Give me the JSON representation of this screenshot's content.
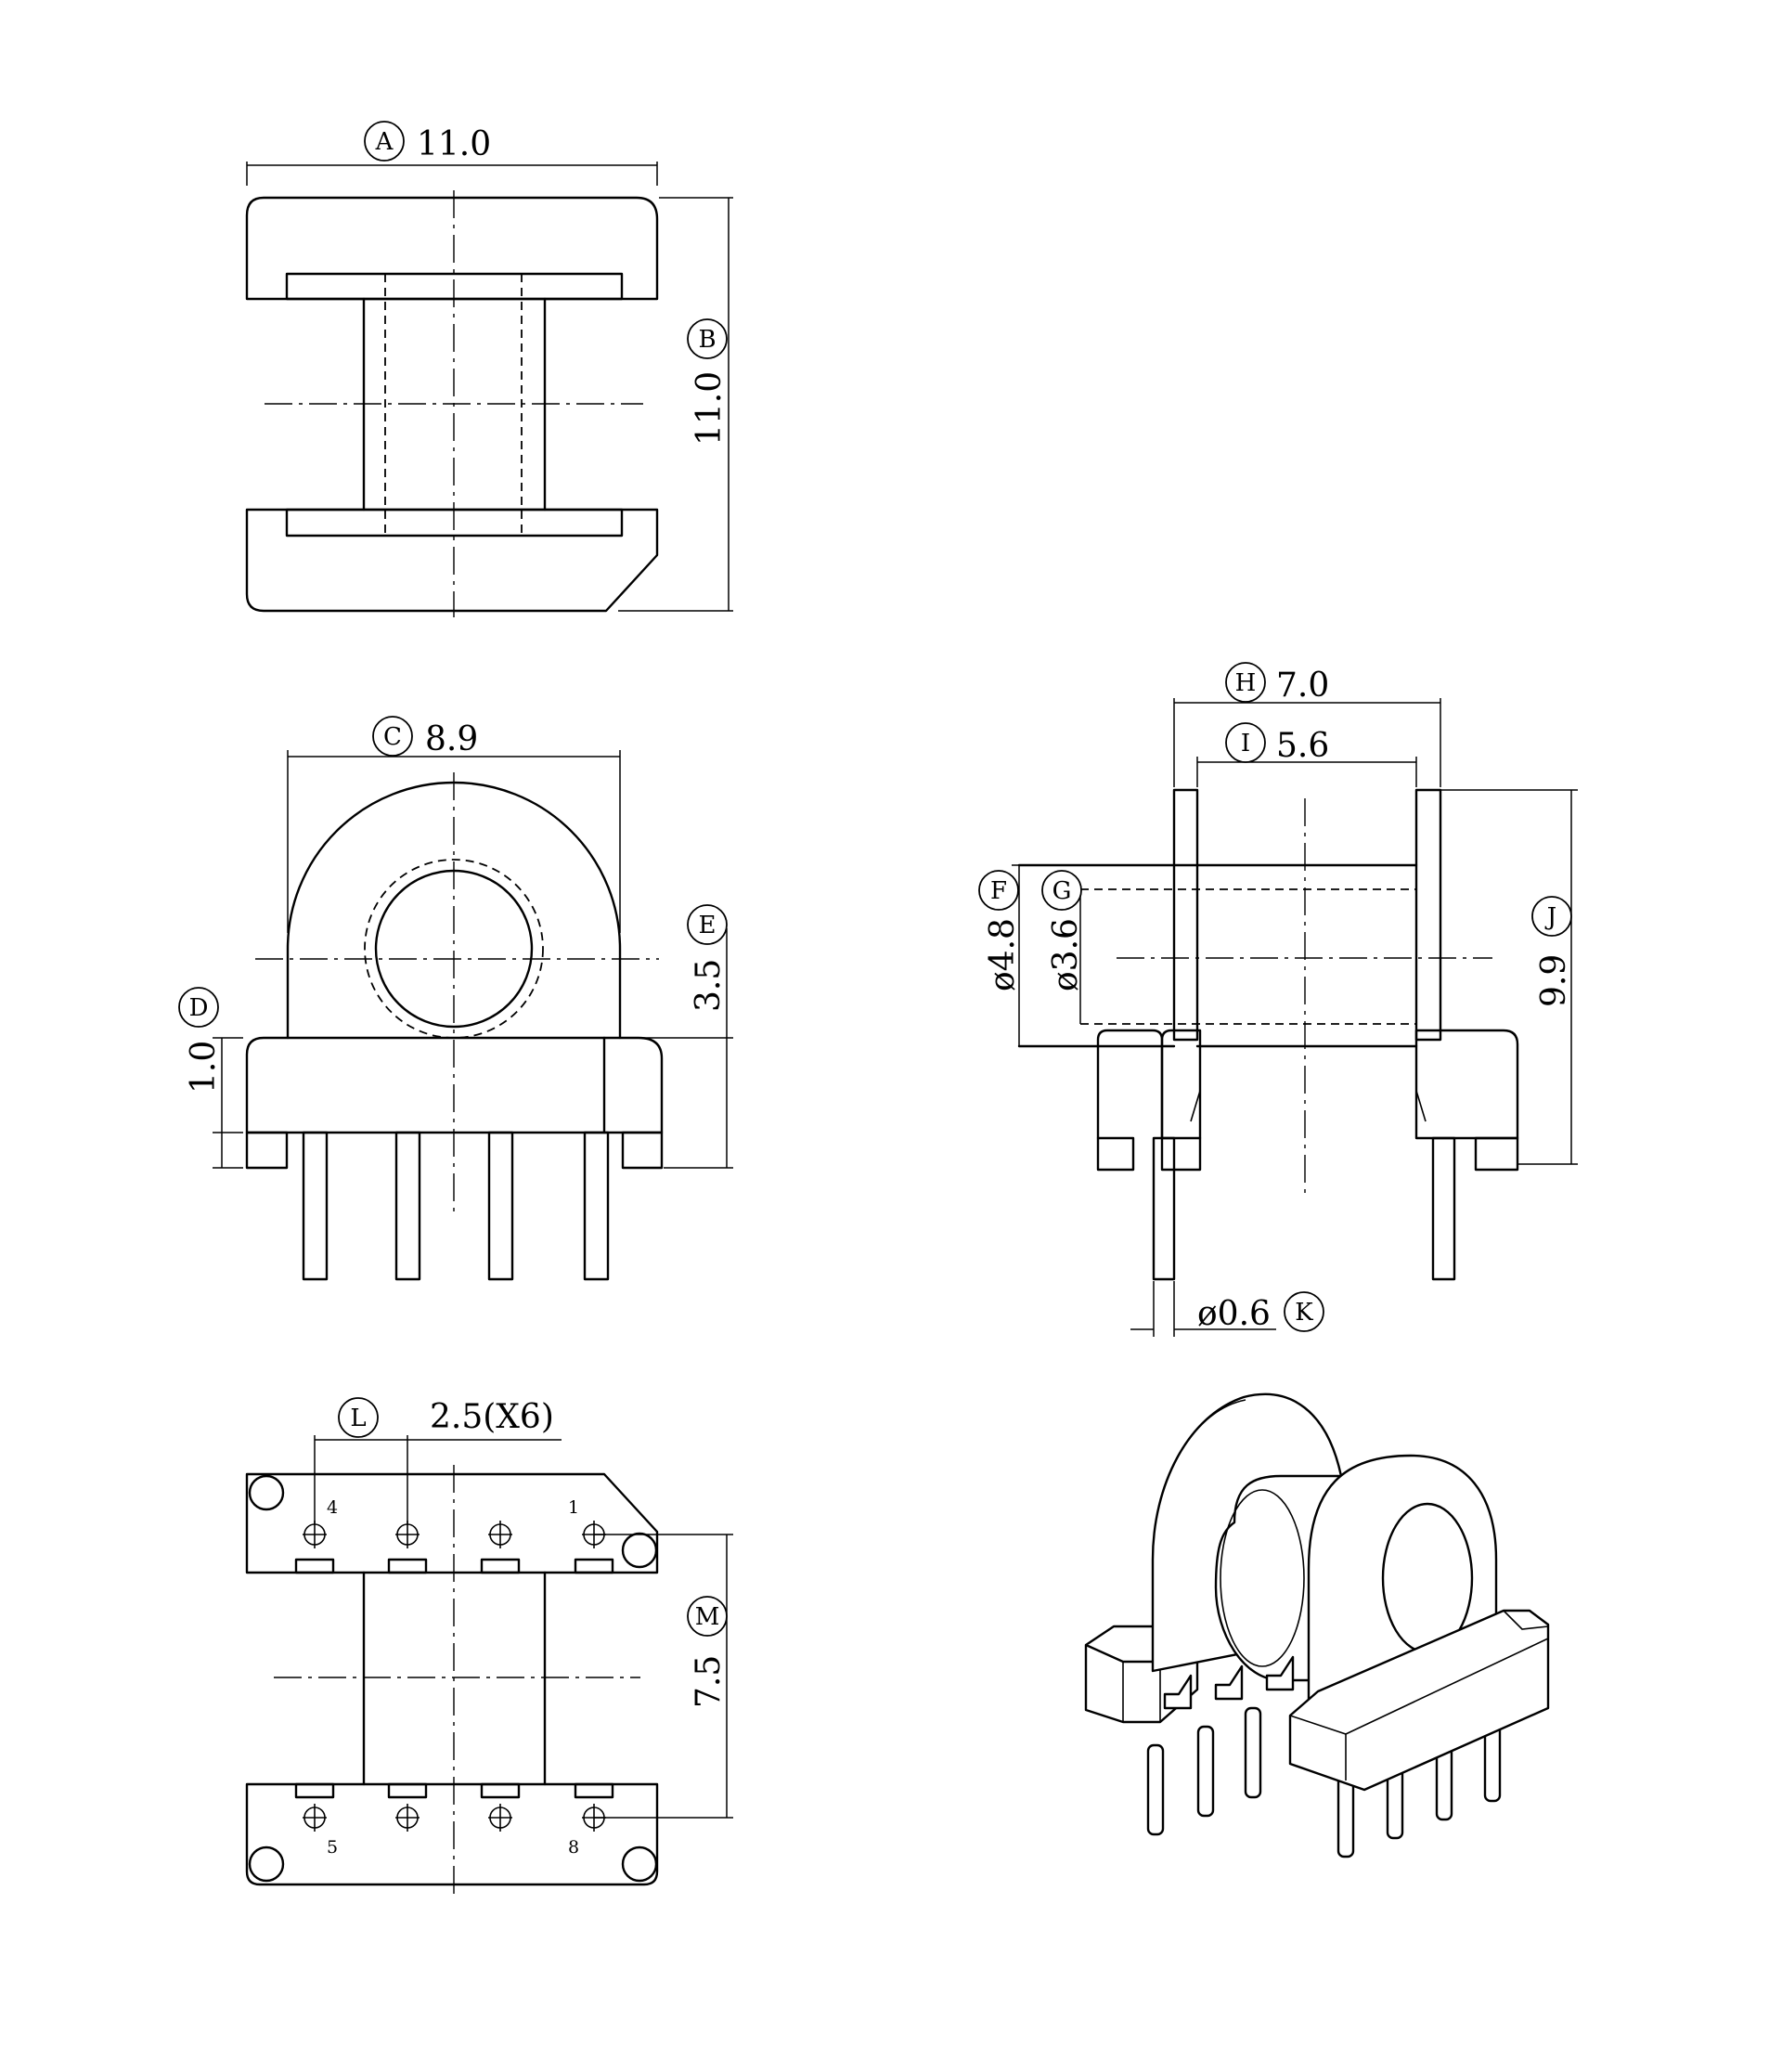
{
  "dimensions": {
    "A": {
      "marker": "A",
      "value": "11.0"
    },
    "B": {
      "marker": "B",
      "value": "11.0"
    },
    "C": {
      "marker": "C",
      "value": "8.9"
    },
    "D": {
      "marker": "D",
      "value": "1.0"
    },
    "E": {
      "marker": "E",
      "value": "3.5"
    },
    "F": {
      "marker": "F",
      "value": "ø4.8"
    },
    "G": {
      "marker": "G",
      "value": "ø3.6"
    },
    "H": {
      "marker": "H",
      "value": "7.0"
    },
    "I": {
      "marker": "I",
      "value": "5.6"
    },
    "J": {
      "marker": "J",
      "value": "9.9"
    },
    "K": {
      "marker": "K",
      "value": "ø0.6"
    },
    "L": {
      "marker": "L",
      "value": "2.5(X6)"
    },
    "M": {
      "marker": "M",
      "value": "7.5"
    }
  },
  "pins": {
    "pin_4": "4",
    "pin_1": "1",
    "pin_5": "5",
    "pin_8": "8"
  }
}
